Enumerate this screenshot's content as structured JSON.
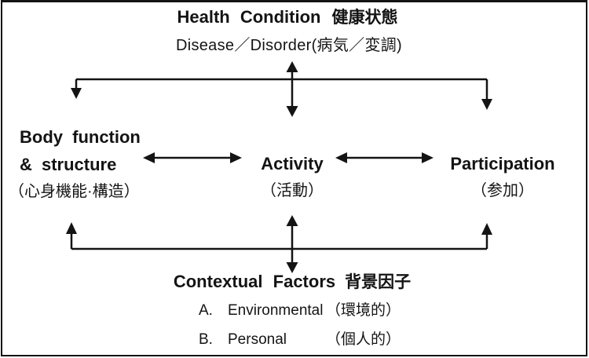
{
  "diagram": {
    "health": {
      "title_en": "Health Condition",
      "title_ja": "健康状態",
      "subtitle": "Disease／Disorder(病気／変調)"
    },
    "nodes": {
      "body_function": {
        "line1": "Body function",
        "line2": "& structure",
        "caption_ja": "（心身機能·構造）"
      },
      "activity": {
        "label": "Activity",
        "caption_ja": "（活動）"
      },
      "participation": {
        "label": "Participation",
        "caption_ja": "（参加）"
      }
    },
    "contextual": {
      "title_en": "Contextual Factors",
      "title_ja": "背景因子",
      "items": [
        {
          "key": "A.",
          "label_en": "Environmental",
          "label_ja": "（環境的）"
        },
        {
          "key": "B.",
          "label_en": "Personal",
          "label_ja": "（個人的）"
        }
      ]
    },
    "colors": {
      "line": "#141414",
      "text": "#141414",
      "background": "#ffffff",
      "border": "#141414"
    }
  }
}
